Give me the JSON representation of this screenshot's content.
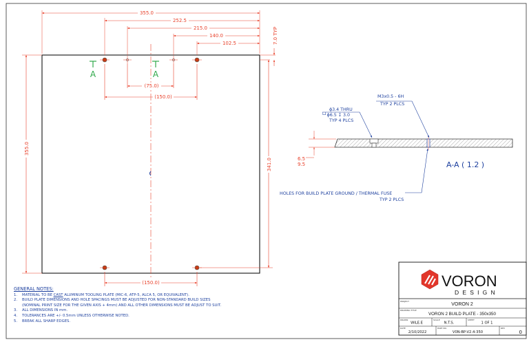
{
  "dimensions": {
    "overall_width": "355.0",
    "hole_252": "252.5",
    "hole_215": "215.0",
    "hole_140": "140.0",
    "hole_102": "102.5",
    "typ_7": "7.0 TYP",
    "inner_75": "(75.0)",
    "inner_150_top": "(150.0)",
    "inner_150_bottom": "(150.0)",
    "overall_height": "355.0",
    "hole_341": "341.0"
  },
  "section_markers": {
    "left": "A",
    "right": "A"
  },
  "section_view": {
    "thru_hole": "ϕ3.4 THRU",
    "counterbore": "└┘ϕ6.5 ↧ 3.0",
    "typ_4": "TYP 4 PLCS",
    "tap": "M3x0.5 - 6H",
    "typ_2": "TYP 2 PLCS",
    "thick_a": "6.5",
    "thick_b": "9.5",
    "label": "A-A ( 1.2 )",
    "ground_note": "HOLES FOR BUILD PLATE GROUND / THERMAL FUSE",
    "ground_typ": "TYP 2 PLCS"
  },
  "notes": {
    "header": "GENERAL NOTES:",
    "items": [
      {
        "num": "1.",
        "pre": "MATERIAL TO BE ",
        "em": "CAST",
        "post": " ALUMINUM TOOLING PLATE (MIC-6, ATP-5, ALCA 5, OR EQUIVALENT)."
      },
      {
        "num": "2.",
        "pre": "BUILD PLATE DIMENSIONS AND HOLE SPACINGS MUST BE ADJUSTED FOR NON-STANDARD BUILD SIZES",
        "em": "",
        "post": ""
      },
      {
        "num": "3.",
        "pre": "ALL DIMENSIONS IN mm.",
        "em": "",
        "post": ""
      },
      {
        "num": "4.",
        "pre": "TOLERANCES ARE +/- 0.5mm UNLESS OTHERWISE NOTED.",
        "em": "",
        "post": ""
      },
      {
        "num": "5.",
        "pre": "BREAK ALL SHARP EDGES.",
        "em": "",
        "post": ""
      }
    ],
    "item2_cont": "(NOMINAL PRINT SIZE FOR THE GIVEN AXIS + 4mm) AND ALL OTHER DIMENSIONS MUST BE ADJUST TO SUIT."
  },
  "title_block": {
    "logo_text": "VORON",
    "logo_sub": "DESIGN",
    "project_caption": "PROJECT",
    "project": "VORON 2",
    "drawing_caption": "DRAWING TITLE",
    "drawing_title": "VORON 2 BUILD PLATE - 350x350",
    "drawn_caption": "DRAWN",
    "drawn_by": "WILE.E",
    "scale_caption": "SCALE",
    "scale": "N.T.S.",
    "sheet_caption": "SHEET",
    "sheet": "1 OF 1",
    "date_caption": "DATE",
    "date": "2/10/2022",
    "partno_caption": "PART NO.",
    "part_no": "V0N-BP-V2.4-350",
    "rev_caption": "REV",
    "revision": "0"
  },
  "colors": {
    "dimension": "#e8402a",
    "annotation": "#1c3f9e",
    "outline": "#111111",
    "marker": "#2fa84a",
    "logo": "#e2362a",
    "hole_fill": "#c23a10"
  }
}
